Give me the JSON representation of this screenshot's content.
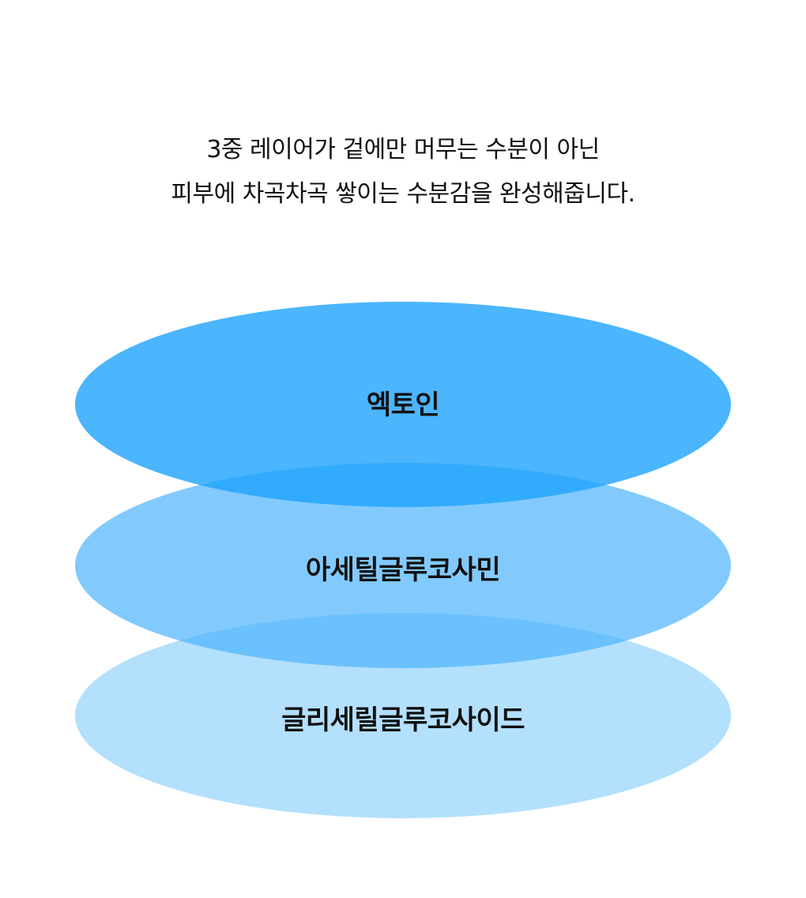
{
  "intro": {
    "line1": "3중 레이어가 겉에만 머무는 수분이 아닌",
    "line2": "피부에 차곡차곡 쌓이는 수분감을 완성해줍니다."
  },
  "layers": [
    {
      "label": "엑토인",
      "color": "#2EA8FC"
    },
    {
      "label": "아세틸글루코사민",
      "color": "#6EC2FD"
    },
    {
      "label": "글리세릴글루코사이드",
      "color": "#A6DAFD"
    }
  ]
}
